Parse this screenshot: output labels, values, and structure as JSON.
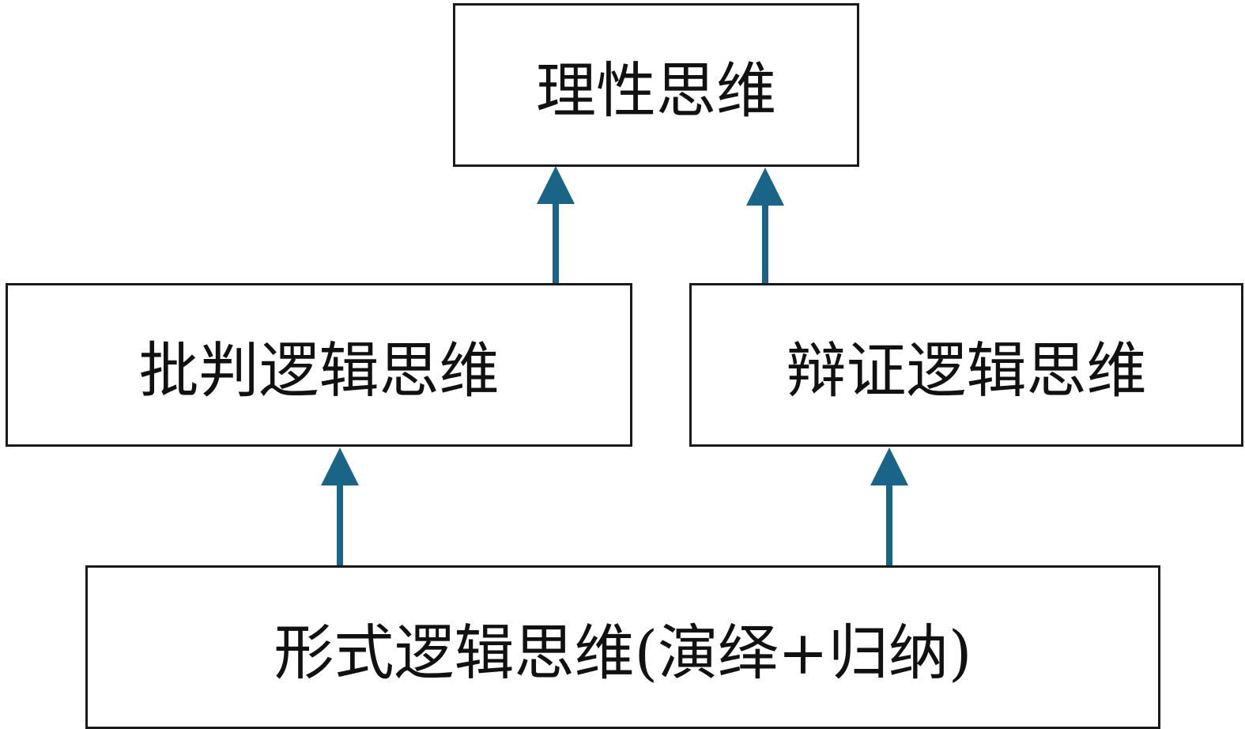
{
  "diagram": {
    "nodes": {
      "top": "理性思维",
      "left": "批判逻辑思维",
      "right": "辩证逻辑思维",
      "bottom": "形式逻辑思维(演绎+归纳)"
    },
    "edges": [
      {
        "from": "left",
        "to": "top"
      },
      {
        "from": "right",
        "to": "top"
      },
      {
        "from": "bottom",
        "to": "left"
      },
      {
        "from": "bottom",
        "to": "right"
      }
    ],
    "colors": {
      "arrow": "#1a6587",
      "border": "#1a1a1a",
      "text": "#111111"
    }
  }
}
